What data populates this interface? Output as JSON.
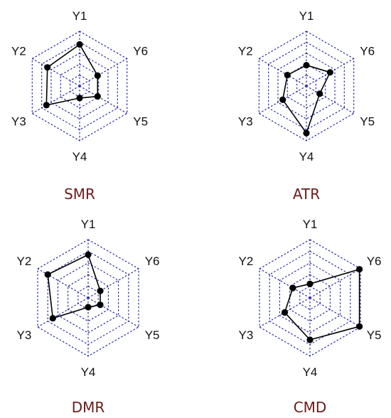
{
  "style": {
    "grid_color": "#1a1aa6",
    "line_color": "#000000",
    "point_color": "#000000",
    "title_color": "#6b1a1a"
  },
  "chart_data": [
    {
      "type": "radar",
      "title": "SMR",
      "axes": [
        "Y1",
        "Y6",
        "Y5",
        "Y4",
        "Y3",
        "Y2"
      ],
      "rlim": [
        0,
        5
      ],
      "rings": 5,
      "grid": true,
      "series": [
        {
          "values": [
            3.8,
            1.9,
            1.9,
            1.1,
            3.5,
            3.4
          ]
        }
      ]
    },
    {
      "type": "radar",
      "title": "ATR",
      "axes": [
        "Y1",
        "Y6",
        "Y5",
        "Y4",
        "Y3",
        "Y2"
      ],
      "rlim": [
        0,
        5
      ],
      "rings": 5,
      "grid": true,
      "series": [
        {
          "values": [
            1.9,
            2.5,
            1.4,
            4.3,
            2.5,
            2.0
          ]
        }
      ]
    },
    {
      "type": "radar",
      "title": "DMR",
      "axes": [
        "Y1",
        "Y6",
        "Y5",
        "Y4",
        "Y3",
        "Y2"
      ],
      "rlim": [
        0,
        5
      ],
      "rings": 5,
      "grid": true,
      "series": [
        {
          "values": [
            3.7,
            1.2,
            1.2,
            0.8,
            3.5,
            4.0
          ]
        }
      ]
    },
    {
      "type": "radar",
      "title": "CMD",
      "axes": [
        "Y1",
        "Y6",
        "Y5",
        "Y4",
        "Y3",
        "Y2"
      ],
      "rlim": [
        0,
        5
      ],
      "rings": 5,
      "grid": true,
      "series": [
        {
          "values": [
            1.2,
            4.9,
            4.9,
            3.6,
            2.5,
            1.7
          ]
        }
      ]
    }
  ]
}
